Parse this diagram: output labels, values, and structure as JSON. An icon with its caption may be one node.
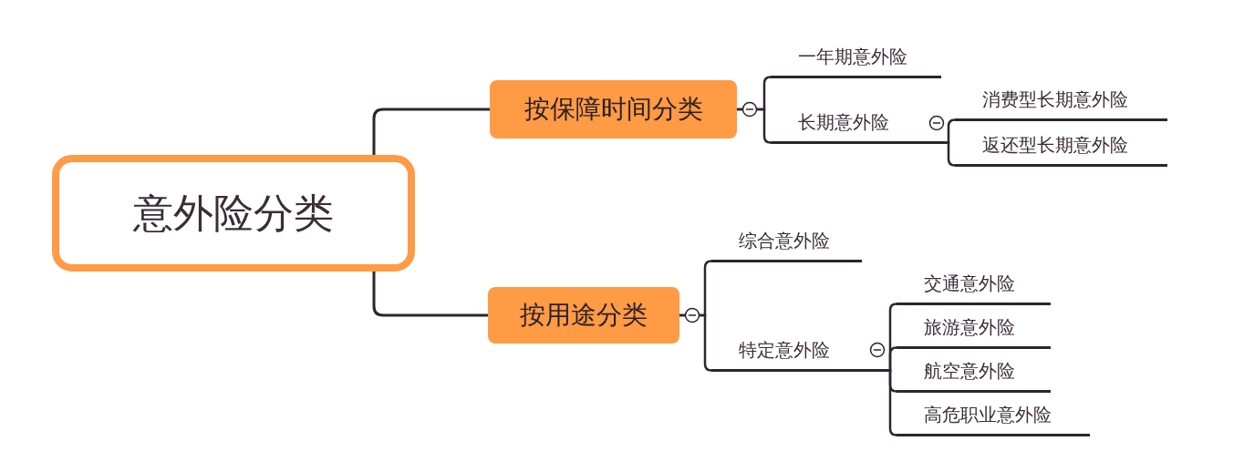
{
  "diagram": {
    "nodes": [
      {
        "text": [
          "意外险分类"
        ]
      },
      {
        "text": [
          "按保障时间分类"
        ]
      },
      {
        "text": [
          "一年期意外险"
        ]
      },
      {
        "text": [
          "长期意外险"
        ]
      },
      {
        "text": [
          "消费型长期意外险"
        ]
      },
      {
        "text": [
          "返还型长期意外险"
        ]
      },
      {
        "text": [
          "按用途分类"
        ]
      },
      {
        "text": [
          "综合意外险"
        ]
      },
      {
        "text": [
          "特定意外险"
        ]
      },
      {
        "text": [
          "交通意外险"
        ]
      },
      {
        "text": [
          "旅游意外险"
        ]
      },
      {
        "text": [
          "航空意外险"
        ]
      },
      {
        "text": [
          "高危职业意外险"
        ]
      }
    ],
    "edges": [
      {
        "from": 0,
        "to": 1,
        "arrow": "none"
      },
      {
        "from": 0,
        "to": 6,
        "arrow": "none"
      },
      {
        "from": 1,
        "to": 2,
        "arrow": "none"
      },
      {
        "from": 1,
        "to": 3,
        "arrow": "none"
      },
      {
        "from": 3,
        "to": 4,
        "arrow": "none"
      },
      {
        "from": 3,
        "to": 5,
        "arrow": "none"
      },
      {
        "from": 6,
        "to": 7,
        "arrow": "none"
      },
      {
        "from": 6,
        "to": 8,
        "arrow": "none"
      },
      {
        "from": 8,
        "to": 9,
        "arrow": "none"
      },
      {
        "from": 8,
        "to": 10,
        "arrow": "none"
      },
      {
        "from": 8,
        "to": 11,
        "arrow": "none"
      },
      {
        "from": 8,
        "to": 12,
        "arrow": "none"
      }
    ]
  }
}
